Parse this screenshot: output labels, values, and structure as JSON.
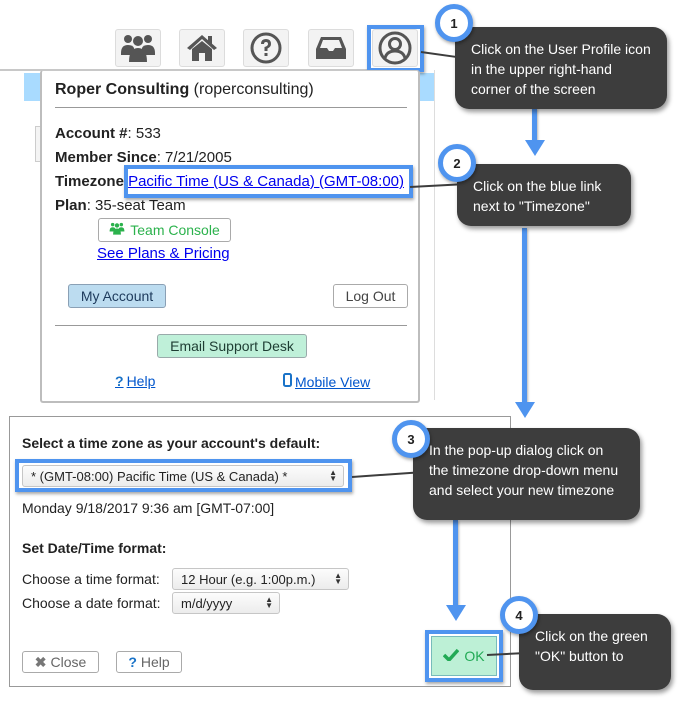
{
  "topbar": {
    "icons": [
      {
        "name": "team-icon"
      },
      {
        "name": "home-icon"
      },
      {
        "name": "help-circle-icon"
      },
      {
        "name": "inbox-icon"
      },
      {
        "name": "user-profile-icon"
      }
    ]
  },
  "profile_popup": {
    "company_name": "Roper Consulting",
    "username": "(roperconsulting)",
    "account_label": "Account #",
    "account_value": ": 533",
    "member_since_label": "Member Since",
    "member_since_value": ": 7/21/2005",
    "timezone_label": "Timezone",
    "timezone_link": "Pacific Time (US & Canada) (GMT-08:00)",
    "plan_label": "Plan",
    "plan_value": ": 35-seat Team",
    "team_console_label": "Team Console",
    "plans_pricing_link": "See Plans & Pricing",
    "my_account_label": "My Account",
    "log_out_label": "Log Out",
    "email_support_label": "Email Support Desk",
    "help_link": "Help",
    "mobile_view_link": "Mobile View"
  },
  "timezone_dialog": {
    "heading": "Select a time zone as your account's default:",
    "timezone_select_value": "* (GMT-08:00) Pacific Time (US & Canada) *",
    "current_time": "Monday 9/18/2017 9:36 am [GMT-07:00]",
    "format_heading": "Set Date/Time format:",
    "time_format_label": "Choose a time format:",
    "time_format_value": "12 Hour (e.g. 1:00p.m.)",
    "date_format_label": "Choose a date format:",
    "date_format_value": "m/d/yyyy",
    "close_label": "Close",
    "help_label": "Help",
    "ok_label": "OK"
  },
  "callouts": [
    {
      "step": "1",
      "text": "Click on the User Profile icon in the upper right-hand corner of the screen"
    },
    {
      "step": "2",
      "text": "Click on the blue link next to \"Timezone\""
    },
    {
      "step": "3",
      "text": "In the pop-up dialog click on the timezone drop-down menu and select your new timezone"
    },
    {
      "step": "4",
      "text": "Click on the green \"OK\" button to"
    }
  ],
  "colors": {
    "highlight": "#4f94ef",
    "callout_bg": "#3d3d3d",
    "link": "#0000ee",
    "team_green": "#2bb24c",
    "ok_bg": "#bdf0d6",
    "my_account_bg": "#bcdcf0",
    "email_bg": "#bff0d9"
  }
}
